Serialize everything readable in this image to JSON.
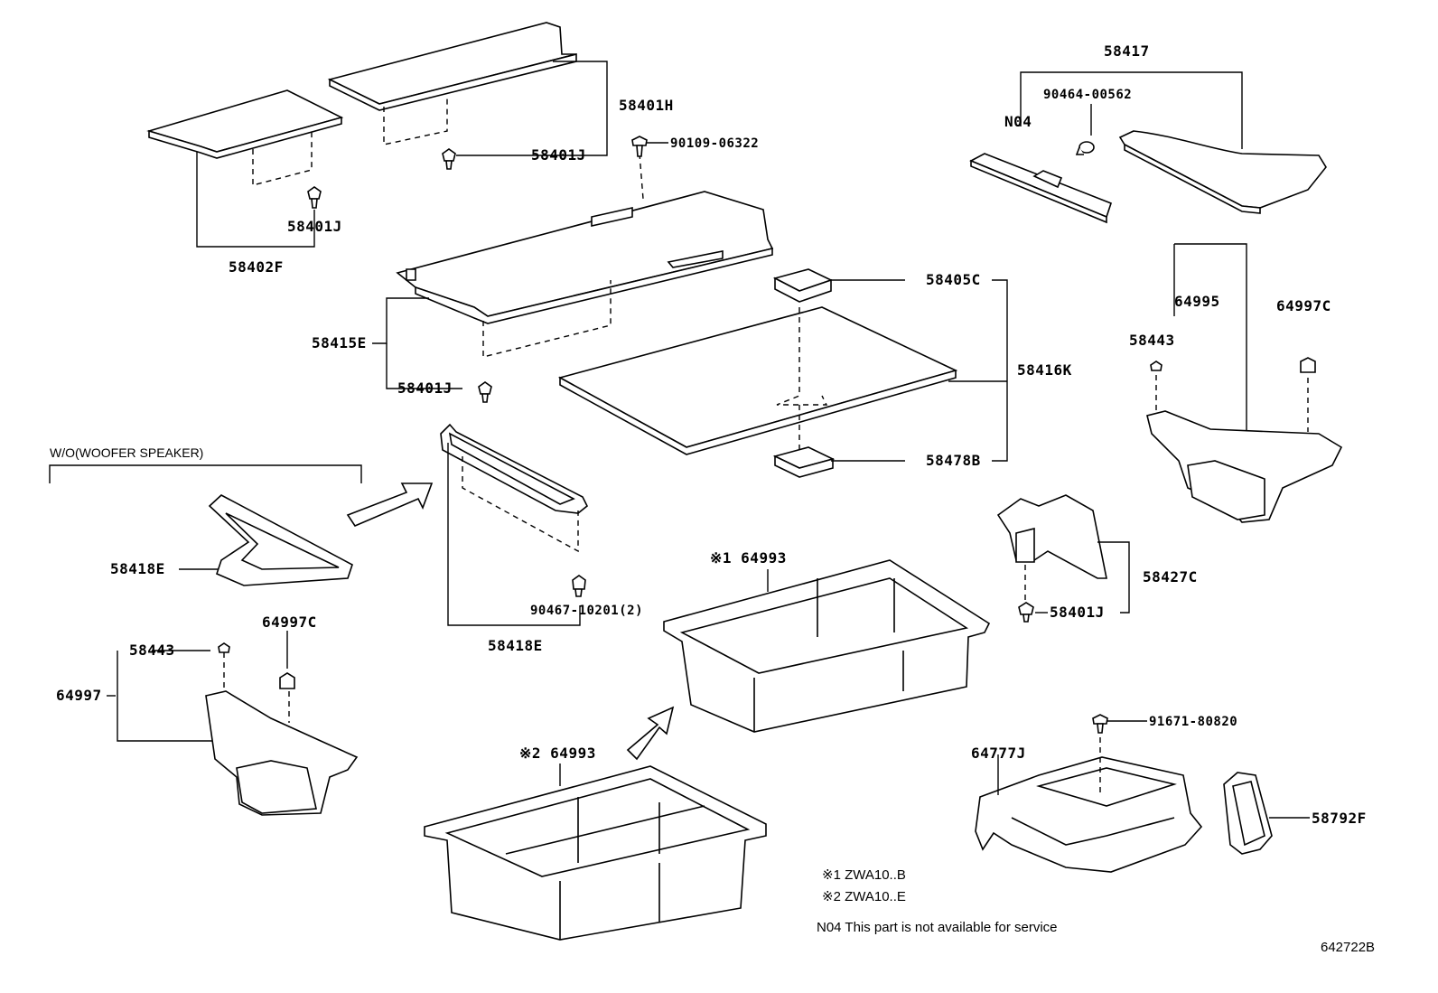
{
  "diagram_id": "642722B",
  "labels": {
    "p58417": "58417",
    "p90464": "90464-00562",
    "pN04": "N04",
    "p58401H": "58401H",
    "p58401J_top": "58401J",
    "p90109": "90109-06322",
    "p58401J_left": "58401J",
    "p58402F": "58402F",
    "p58405C": "58405C",
    "p58415E": "58415E",
    "p58401J_mid": "58401J",
    "p58416K": "58416K",
    "p64995": "64995",
    "p64997C_right": "64997C",
    "p58443_right": "58443",
    "p58478B": "58478B",
    "woofer_caption": "W/O(WOOFER SPEAKER)",
    "p58418E_left": "58418E",
    "p58418E_mid": "58418E",
    "p90467": "90467-10201(2)",
    "p58427C": "58427C",
    "p58401J_right": "58401J",
    "p64993_1": "※1 64993",
    "p64997C_left": "64997C",
    "p58443_left": "58443",
    "p64997": "64997",
    "p91671": "91671-80820",
    "p64777J": "64777J",
    "p64993_2": "※2 64993",
    "p58792F": "58792F"
  },
  "notes": {
    "n1": "※1 ZWA10..B",
    "n2": "※2 ZWA10..E",
    "n3": "N04 This part is not available for service"
  }
}
